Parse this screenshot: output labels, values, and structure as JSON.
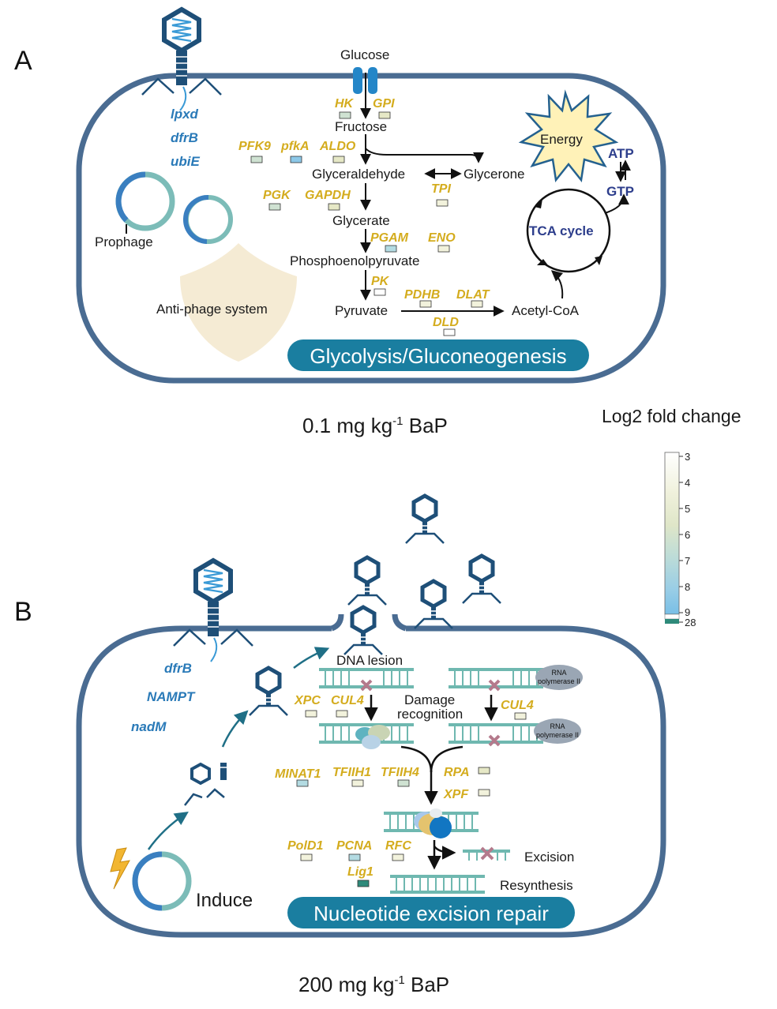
{
  "panel_a": {
    "letter": "A",
    "bacterial_genes": [
      "lpxd",
      "dfrB",
      "ubiE"
    ],
    "prophage_label": "Prophage",
    "antiphage_label": "Anti-phage system",
    "metabolites": {
      "glucose": "Glucose",
      "fructose": "Fructose",
      "glyceraldehyde": "Glyceraldehyde",
      "glycerone": "Glycerone",
      "glycerate": "Glycerate",
      "pep": "Phosphoenolpyruvate",
      "pyruvate": "Pyruvate",
      "acetylcoa": "Acetyl-CoA"
    },
    "enzymes": {
      "hk": "HK",
      "gpi": "GPI",
      "pfk9": "PFK9",
      "pfka": "pfkA",
      "aldo": "ALDO",
      "tpi": "TPI",
      "pgk": "PGK",
      "gapdh": "GAPDH",
      "pgam": "PGAM",
      "eno": "ENO",
      "pk": "PK",
      "pdhb": "PDHB",
      "dlat": "DLAT",
      "dld": "DLD"
    },
    "energy_label": "Energy",
    "atp_label": "ATP",
    "gtp_label": "GTP",
    "tca_label": "TCA cycle",
    "pathway_title": "Glycolysis/Gluconeogenesis",
    "condition": "0.1 mg kg",
    "condition_exp": "-1",
    "condition_suffix": " BaP"
  },
  "legend": {
    "title": "Log2 fold change",
    "ticks": [
      "3",
      "4",
      "5",
      "6",
      "7",
      "8",
      "9",
      "28"
    ],
    "colors": [
      "#ffffff",
      "#f2f2dc",
      "#e6e8c6",
      "#cfe2d2",
      "#b3dbe2",
      "#8cc8e8",
      "#2e8a7a"
    ]
  },
  "panel_b": {
    "letter": "B",
    "bacterial_genes": [
      "dfrB",
      "NAMPT",
      "nadM"
    ],
    "dna_lesion": "DNA lesion",
    "damage_recognition_1": "Damage",
    "damage_recognition_2": "recognition",
    "rna_pol_1": "RNA",
    "rna_pol_2": "polymerase II",
    "enzymes": {
      "xpc": "XPC",
      "cul4a": "CUL4",
      "cul4b": "CUL4",
      "minat1": "MINAT1",
      "tfiih1": "TFIIH1",
      "tfiih4": "TFIIH4",
      "rpa": "RPA",
      "xpf": "XPF",
      "pold1": "PolD1",
      "pcna": "PCNA",
      "rfc": "RFC",
      "lig1": "Lig1"
    },
    "excision": "Excision",
    "resynthesis": "Resynthesis",
    "induce": "Induce",
    "pathway_title": "Nucleotide excision repair",
    "condition": "200 mg kg",
    "condition_exp": "-1",
    "condition_suffix": " BaP"
  }
}
